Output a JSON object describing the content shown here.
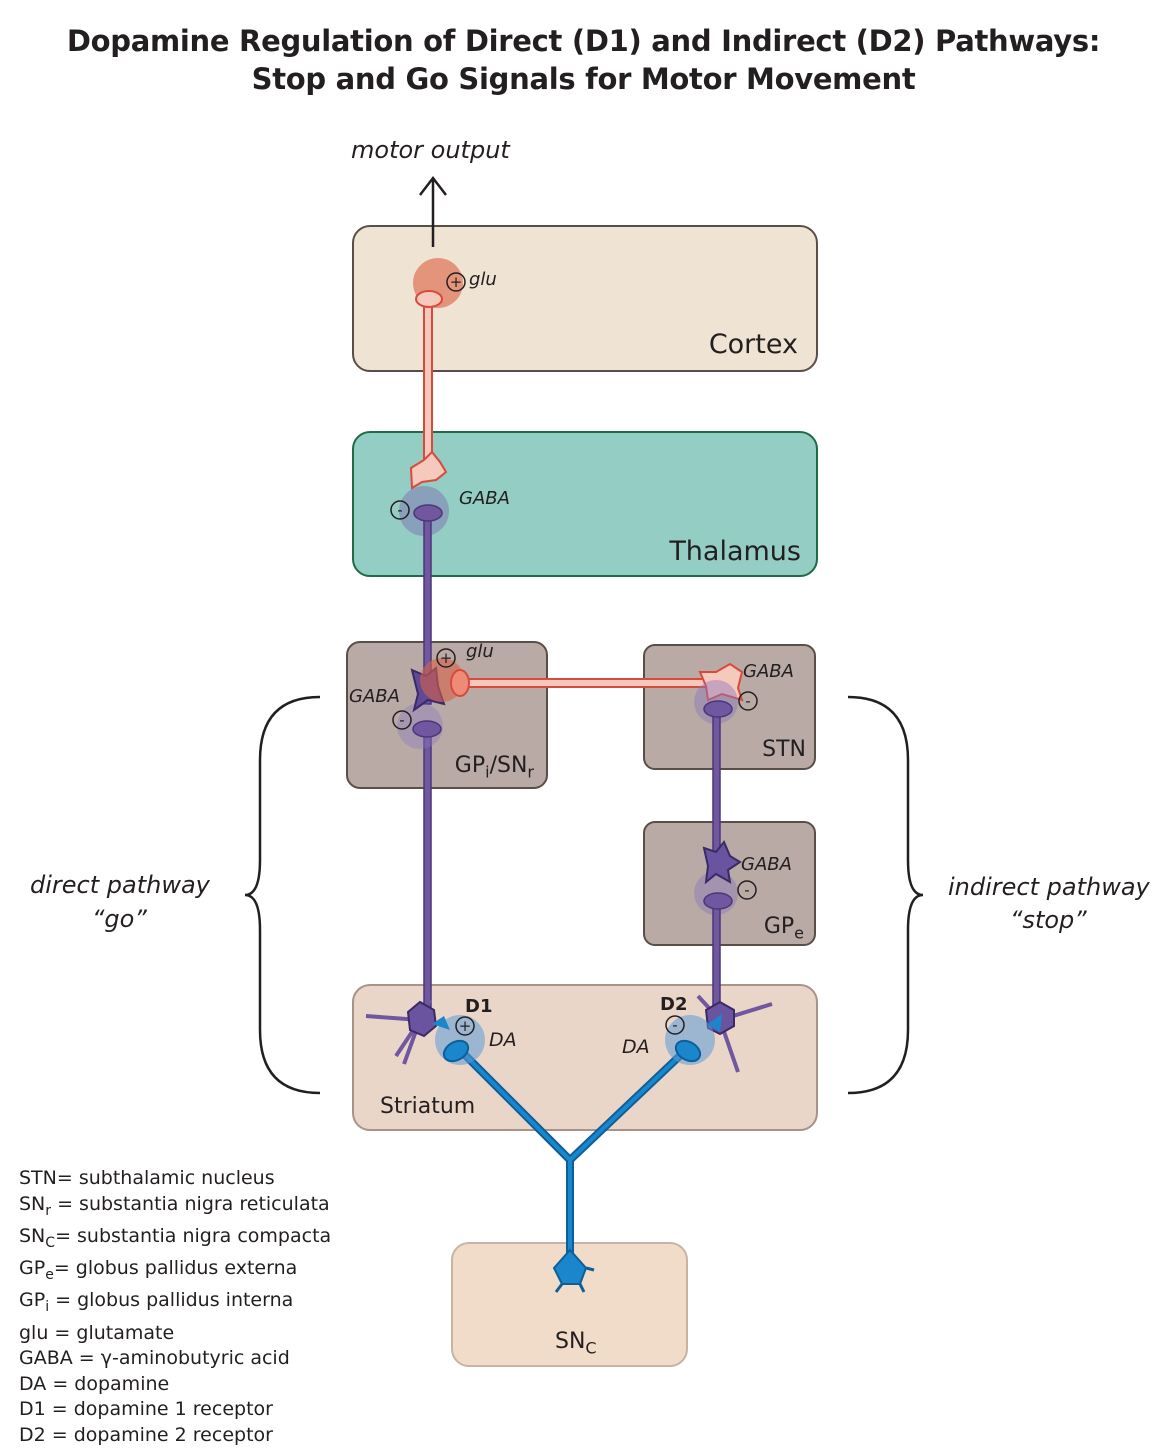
{
  "title": {
    "line1": "Dopamine Regulation of Direct (D1) and Indirect (D2) Pathways:",
    "line2": "Stop and Go Signals for Motor Movement"
  },
  "motor_output": "motor output",
  "regions": {
    "cortex": "Cortex",
    "thalamus": "Thalamus",
    "gpi_snr": {
      "base1": "GP",
      "sub1": "i",
      "mid": "/SN",
      "sub2": "r"
    },
    "stn": "STN",
    "gpe": {
      "base": "GP",
      "sub": "e"
    },
    "striatum": "Striatum",
    "snc": {
      "base": "SN",
      "sub": "C"
    }
  },
  "neurotransmitters": {
    "cortex_glu": "glu",
    "thalamus_gaba": "GABA",
    "gpi_glu": "glu",
    "gpi_gaba": "GABA",
    "stn_gaba": "GABA",
    "gpe_gaba": "GABA",
    "da_left": "DA",
    "da_right": "DA"
  },
  "receptors": {
    "d1": "D1",
    "d2": "D2"
  },
  "signs": {
    "plus": "+",
    "minus": "-"
  },
  "pathways": {
    "direct_line1": "direct pathway",
    "direct_line2": "“go”",
    "indirect_line1": "indirect pathway",
    "indirect_line2": "“stop”"
  },
  "legend": [
    {
      "abbr": "STN",
      "sub": "",
      "def": "= subthalamic nucleus"
    },
    {
      "abbr": "SN",
      "sub": "r",
      "def": " = substantia nigra reticulata"
    },
    {
      "abbr": "SN",
      "sub": "C",
      "def": "= substantia nigra compacta"
    },
    {
      "abbr": "GP",
      "sub": "e",
      "def": "= globus pallidus externa"
    },
    {
      "abbr": "GP",
      "sub": "i",
      "def": " = globus pallidus interna"
    },
    {
      "abbr": "glu",
      "sub": "",
      "def": " = glutamate"
    },
    {
      "abbr": "GABA",
      "sub": "",
      "def": " = γ-aminobutyric acid"
    },
    {
      "abbr": "DA",
      "sub": "",
      "def": " = dopamine"
    },
    {
      "abbr": "D1",
      "sub": "",
      "def": " = dopamine 1 receptor"
    },
    {
      "abbr": "D2",
      "sub": "",
      "def": " = dopamine 2 receptor"
    }
  ],
  "colors": {
    "cortex_fill": "#efe3d3",
    "thalamus_fill": "#93cdc3",
    "thalamus_border": "#1e6b45",
    "nucleus_fill": "#b9aaa5",
    "striatum_fill": "#ead6c9",
    "snc_fill": "#f1dcc9",
    "gaba_purple": "#7057a0",
    "glu_red": "#d94a3c",
    "glu_pink": "#f6c9bd",
    "dopamine_blue": "#0e72b5"
  },
  "icons": [
    "arrow-up-icon",
    "plus-sign-icon",
    "minus-sign-icon",
    "bracket-icon",
    "neuron-icon"
  ]
}
